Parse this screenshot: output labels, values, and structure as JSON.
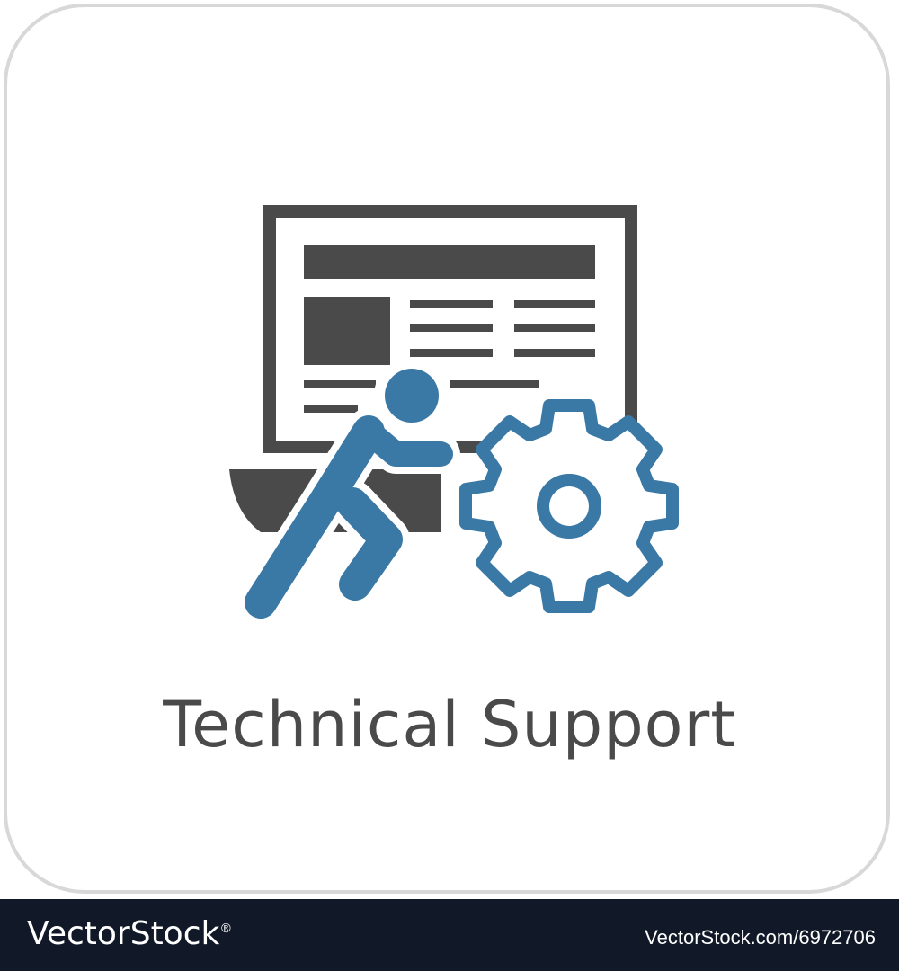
{
  "title": "Technical Support",
  "icon_name": "technical-support-icon",
  "colors": {
    "gray": "#4a4a4a",
    "blue": "#3a78a5",
    "card_border": "#d8d8d8",
    "footer_bg": "#111827"
  },
  "footer": {
    "brand": "VectorStock",
    "registered": "®",
    "url_id": "VectorStock.com/6972706"
  }
}
